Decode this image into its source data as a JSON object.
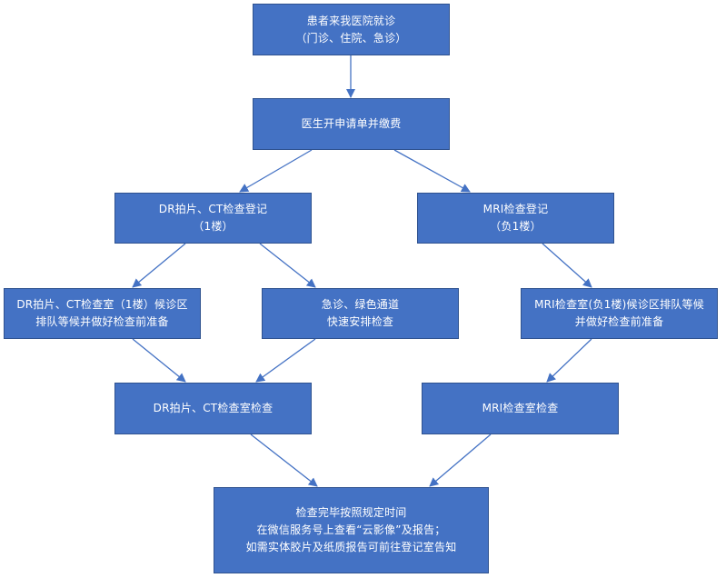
{
  "colors": {
    "box_fill": "#4472c4",
    "box_border": "#2f528f",
    "box_text": "#ffffff",
    "arrow": "#4472c4"
  },
  "nodes": {
    "visit": {
      "lines": [
        "患者来我医院就诊",
        "（门诊、住院、急诊）"
      ]
    },
    "order": {
      "lines": [
        "医生开申请单并缴费"
      ]
    },
    "dr_ct_register": {
      "lines": [
        "DR拍片、CT检查登记",
        "（1楼）"
      ]
    },
    "mri_register": {
      "lines": [
        "MRI检查登记",
        "（负1楼）"
      ]
    },
    "dr_ct_waiting": {
      "lines": [
        "DR拍片、CT检查室（1楼）候诊区",
        "排队等候并做好检查前准备"
      ]
    },
    "emergency": {
      "lines": [
        "急诊、绿色通道",
        "快速安排检查"
      ]
    },
    "mri_waiting": {
      "lines": [
        "MRI检查室(负1楼)候诊区排队等候",
        "并做好检查前准备"
      ]
    },
    "dr_ct_exam": {
      "lines": [
        "DR拍片、CT检查室检查"
      ]
    },
    "mri_exam": {
      "lines": [
        "MRI检查室检查"
      ]
    },
    "report": {
      "lines": [
        "检查完毕按照规定时间",
        "在微信服务号上查看“云影像”及报告；",
        "如需实体胶片及纸质报告可前往登记室告知"
      ]
    }
  }
}
